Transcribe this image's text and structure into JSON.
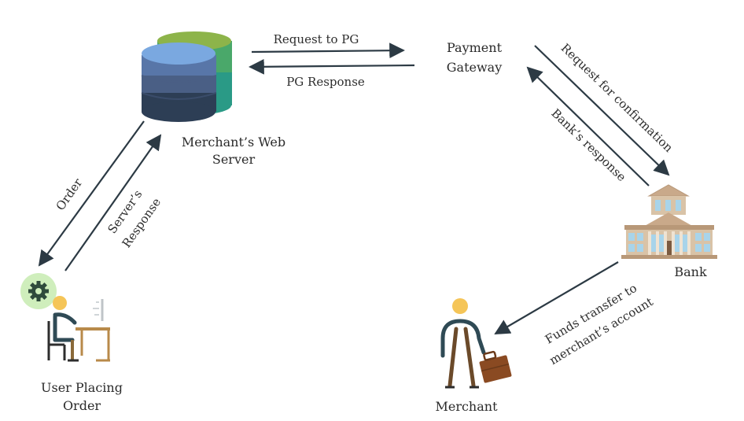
{
  "nodes": {
    "web_server": {
      "line1": "Merchant’s Web",
      "line2": "Server"
    },
    "gateway": {
      "line1": "Payment",
      "line2": "Gateway"
    },
    "bank": {
      "label": "Bank"
    },
    "user": {
      "line1": "User Placing",
      "line2": "Order"
    },
    "merchant": {
      "label": "Merchant"
    }
  },
  "edges": {
    "request_to_pg": "Request to PG",
    "pg_response": "PG Response",
    "request_confirmation": "Request for confirmation",
    "bank_response": "Bank’s response",
    "order": "Order",
    "server_response_line1": "Server’s",
    "server_response_line2": "Response",
    "funds_line1": "Funds transfer to",
    "funds_line2": "merchant’s account"
  },
  "colors": {
    "arrow": "#2c3a44",
    "db_blue_top": "#7aa8e0",
    "db_blue_mid": "#5876a8",
    "db_dark": "#2d3e55",
    "db_green": "#8db44a",
    "db_teal": "#2a9a86",
    "bank_stone": "#d9c3a7",
    "bank_window": "#a8d4ea",
    "gear_bg": "#cfeebc",
    "gear": "#2f4a3c",
    "head": "#f5c558",
    "desk": "#b88a4a",
    "briefcase": "#8a4a22"
  }
}
